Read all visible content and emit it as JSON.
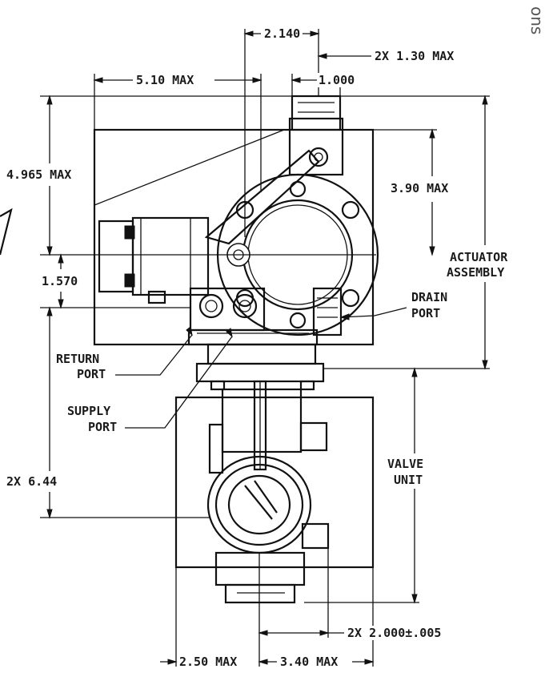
{
  "edge_text": "ons",
  "dimensions": {
    "d_2140": "2.140",
    "d_130": "2X  1.30  MAX",
    "d_510": "5.10  MAX",
    "d_1000": "1.000",
    "d_4965": "4.965  MAX",
    "d_390": "3.90  MAX",
    "d_1570": "1.570",
    "d_644": "2X  6.44",
    "d_2000": "2X  2.000±.005",
    "d_250": "2.50  MAX",
    "d_340": "3.40  MAX"
  },
  "labels": {
    "actuator_1": "ACTUATOR",
    "actuator_2": "ASSEMBLY",
    "drain_1": "DRAIN",
    "drain_2": "PORT",
    "return_1": "RETURN",
    "return_2": "PORT",
    "supply_1": "SUPPLY",
    "supply_2": "PORT",
    "valve_1": "VALVE",
    "valve_2": "UNIT"
  }
}
